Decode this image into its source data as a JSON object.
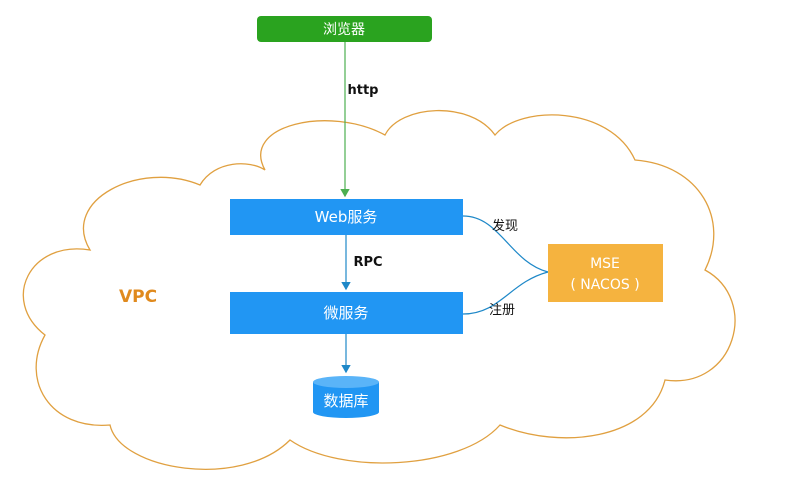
{
  "nodes": {
    "browser": "浏览器",
    "web_service": "Web服务",
    "micro_service": "微服务",
    "database": "数据库",
    "mse_line1": "MSE",
    "mse_line2": "( NACOS )",
    "vpc": "VPC"
  },
  "edges": {
    "http": "http",
    "rpc": "RPC",
    "discover": "发现",
    "register": "注册"
  },
  "colors": {
    "browser_fill": "#2aa31f",
    "service_fill": "#2196f3",
    "mse_fill": "#f5b33f",
    "cloud_stroke": "#e0a040",
    "vpc_text": "#e08a1e",
    "arrow_green": "#4caf50",
    "arrow_blue": "#1e88c8"
  }
}
